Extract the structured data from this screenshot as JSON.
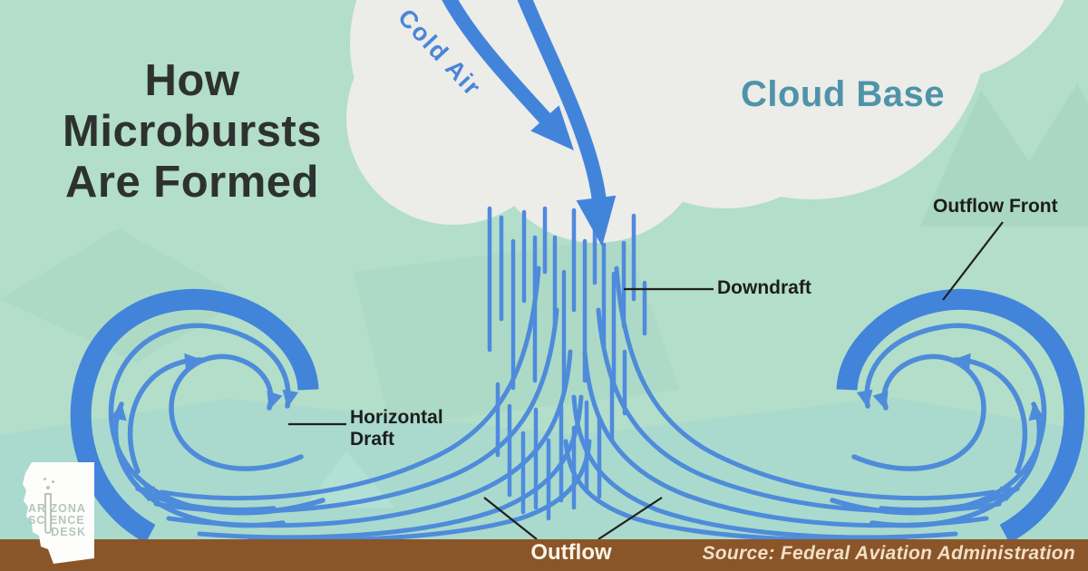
{
  "title": {
    "lines": [
      "How",
      "Microbursts",
      "Are Formed"
    ]
  },
  "cloud": {
    "cold_air_label": "Cold Air",
    "cloud_base_label": "Cloud Base"
  },
  "annotations": {
    "downdraft": "Downdraft",
    "horizontal_draft": "Horizontal Draft",
    "outflow": "Outflow",
    "outflow_front": "Outflow Front"
  },
  "footer": {
    "source": "Source: Federal Aviation Administration"
  },
  "logo": {
    "line1": "ARIZONA",
    "line2": "SCIENCE",
    "line3": "DESK"
  },
  "colors": {
    "background_green": "#b3dec9",
    "background_cyan_band": "#a4d7cf",
    "cloud_gray": "#ecece9",
    "arrow_blue": "#4284da",
    "stream_blue": "#4e8bda",
    "cold_air_blue": "#4a85d8",
    "cloud_base_teal": "#4e94a9",
    "title_text": "#2d3230",
    "label_text": "#1d1d1d",
    "leader_line": "#1f1f1f",
    "ground_brown": "#8a5529",
    "outflow_text": "#faf4e6",
    "source_text": "#f2dfc6",
    "logo_text": "#b7c5bd",
    "logo_shape": "#fdfdfc"
  }
}
